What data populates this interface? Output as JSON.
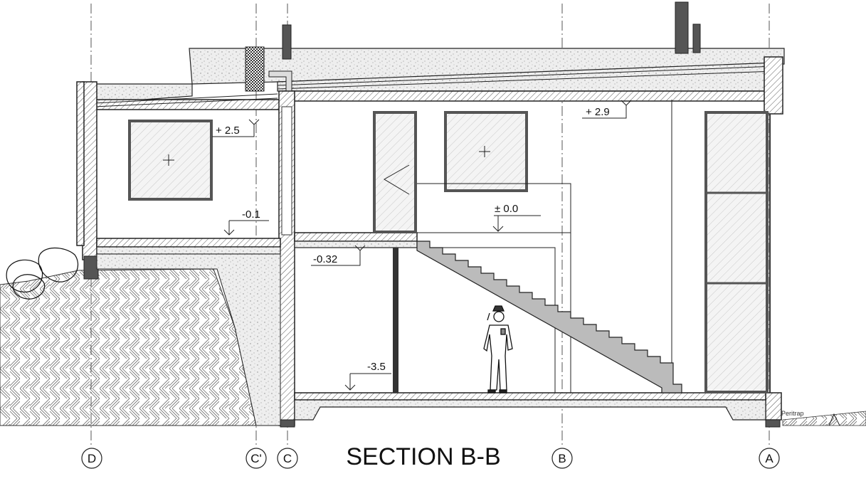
{
  "title": "SECTION B-B",
  "grid_axes": [
    {
      "label": "D"
    },
    {
      "label": "C'"
    },
    {
      "label": "C"
    },
    {
      "label": "B"
    },
    {
      "label": "A"
    }
  ],
  "levels": [
    {
      "label": "+ 2.5"
    },
    {
      "label": "+ 2.9"
    },
    {
      "label": "-0.1"
    },
    {
      "label": "± 0.0"
    },
    {
      "label": "-0.32"
    },
    {
      "label": "-3.5"
    }
  ],
  "small_text": "Peritrap"
}
